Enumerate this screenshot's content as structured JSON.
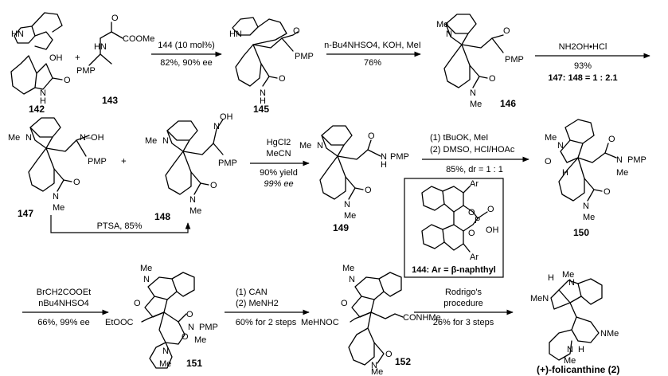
{
  "reactions": [
    {
      "id": "r1",
      "above": "144 (10 mol%)",
      "below": "82%, 90% ee"
    },
    {
      "id": "r2",
      "above": "n-Bu4NHSO4, KOH, MeI",
      "below": "76%"
    },
    {
      "id": "r3",
      "above": "NH2OH•HCl",
      "below1": "93%",
      "below2": "147: 148 = 1 : 2.1"
    },
    {
      "id": "r4",
      "above1": "HgCl2",
      "above2": "MeCN",
      "below1": "90% yield",
      "below2": "99% ee"
    },
    {
      "id": "r5",
      "above1": "(1) tBuOK, MeI",
      "above2": "(2) DMSO, HCl/HOAc",
      "below": "85%, dr = 1 : 1"
    },
    {
      "id": "r6",
      "label": "PTSA, 85%"
    },
    {
      "id": "r7",
      "above1": "BrCH2COOEt",
      "above2": "nBu4NHSO4",
      "below": "66%, 99% ee"
    },
    {
      "id": "r8",
      "above1": "(1) CAN",
      "above2": "(2) MeNH2",
      "below": "60% for 2 steps"
    },
    {
      "id": "r9",
      "above1": "Rodrigo's",
      "above2": "procedure",
      "below": "26% for 3 steps"
    }
  ],
  "compounds": {
    "c142": "142",
    "c143": "143",
    "c145": "145",
    "c146": "146",
    "c147": "147",
    "c148": "148",
    "c149": "149",
    "c150": "150",
    "c151": "151",
    "c152": "152",
    "final": "(+)-folicanthine (2)"
  },
  "catalyst_box": {
    "label": "144: Ar = β-naphthyl",
    "ar": "Ar"
  },
  "atoms": {
    "HN": "HN",
    "N": "N",
    "H": "H",
    "O": "O",
    "OH": "OH",
    "PMP": "PMP",
    "Me": "Me",
    "COOMe": "COOMe",
    "NOH": "N–OH",
    "P": "P",
    "plus": "+",
    "EtOOC": "EtOOC",
    "MeHNOC": "MeHNOC",
    "CONHMe": "CONHMe",
    "MeN": "MeN",
    "NMe": "NMe"
  }
}
